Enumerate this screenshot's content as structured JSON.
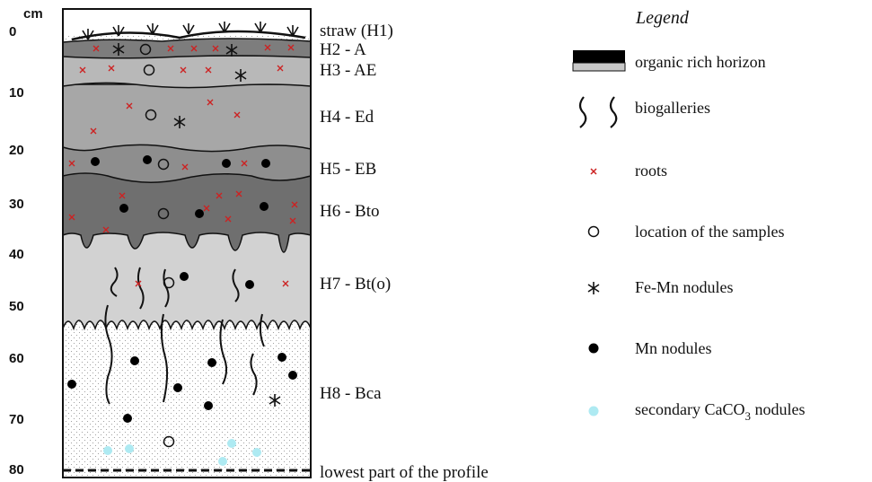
{
  "depth_axis": {
    "unit": "cm",
    "ticks": [
      "0",
      "10",
      "20",
      "30",
      "40",
      "50",
      "60",
      "70",
      "80"
    ]
  },
  "horizons": [
    {
      "id": "H1",
      "label": "straw (H1)"
    },
    {
      "id": "H2",
      "label": "H2 - A"
    },
    {
      "id": "H3",
      "label": "H3 - AE"
    },
    {
      "id": "H4",
      "label": "H4 - Ed"
    },
    {
      "id": "H5",
      "label": "H5 - EB"
    },
    {
      "id": "H6",
      "label": "H6 - Bto"
    },
    {
      "id": "H7",
      "label": "H7 - Bt(o)"
    },
    {
      "id": "H8",
      "label": "H8 - Bca"
    }
  ],
  "bottom_label": "lowest part of the profile",
  "legend": {
    "title": "Legend",
    "items": [
      {
        "symbol": "organic-rich-swatch",
        "label": "organic rich horizon"
      },
      {
        "symbol": "biogallery-lines",
        "label": "biogalleries"
      },
      {
        "symbol": "red-cross",
        "label": "roots"
      },
      {
        "symbol": "open-circle",
        "label": "location of the samples"
      },
      {
        "symbol": "asterisk",
        "label": "Fe-Mn nodules"
      },
      {
        "symbol": "black-dot",
        "label": "Mn nodules"
      },
      {
        "symbol": "cyan-dot",
        "label": "secondary CaCO",
        "subscript": "3",
        "suffix": " nodules"
      }
    ]
  },
  "colors": {
    "roots": "#cc2222",
    "caco3": "#aeeaf2",
    "mn": "#000000",
    "h2": "#7d7d7d",
    "h3": "#b8b8b8",
    "h4": "#a7a7a7",
    "h5": "#8e8e8e",
    "h6": "#6f6f6f",
    "h7": "#d2d2d2",
    "h8": "#ffffff"
  }
}
